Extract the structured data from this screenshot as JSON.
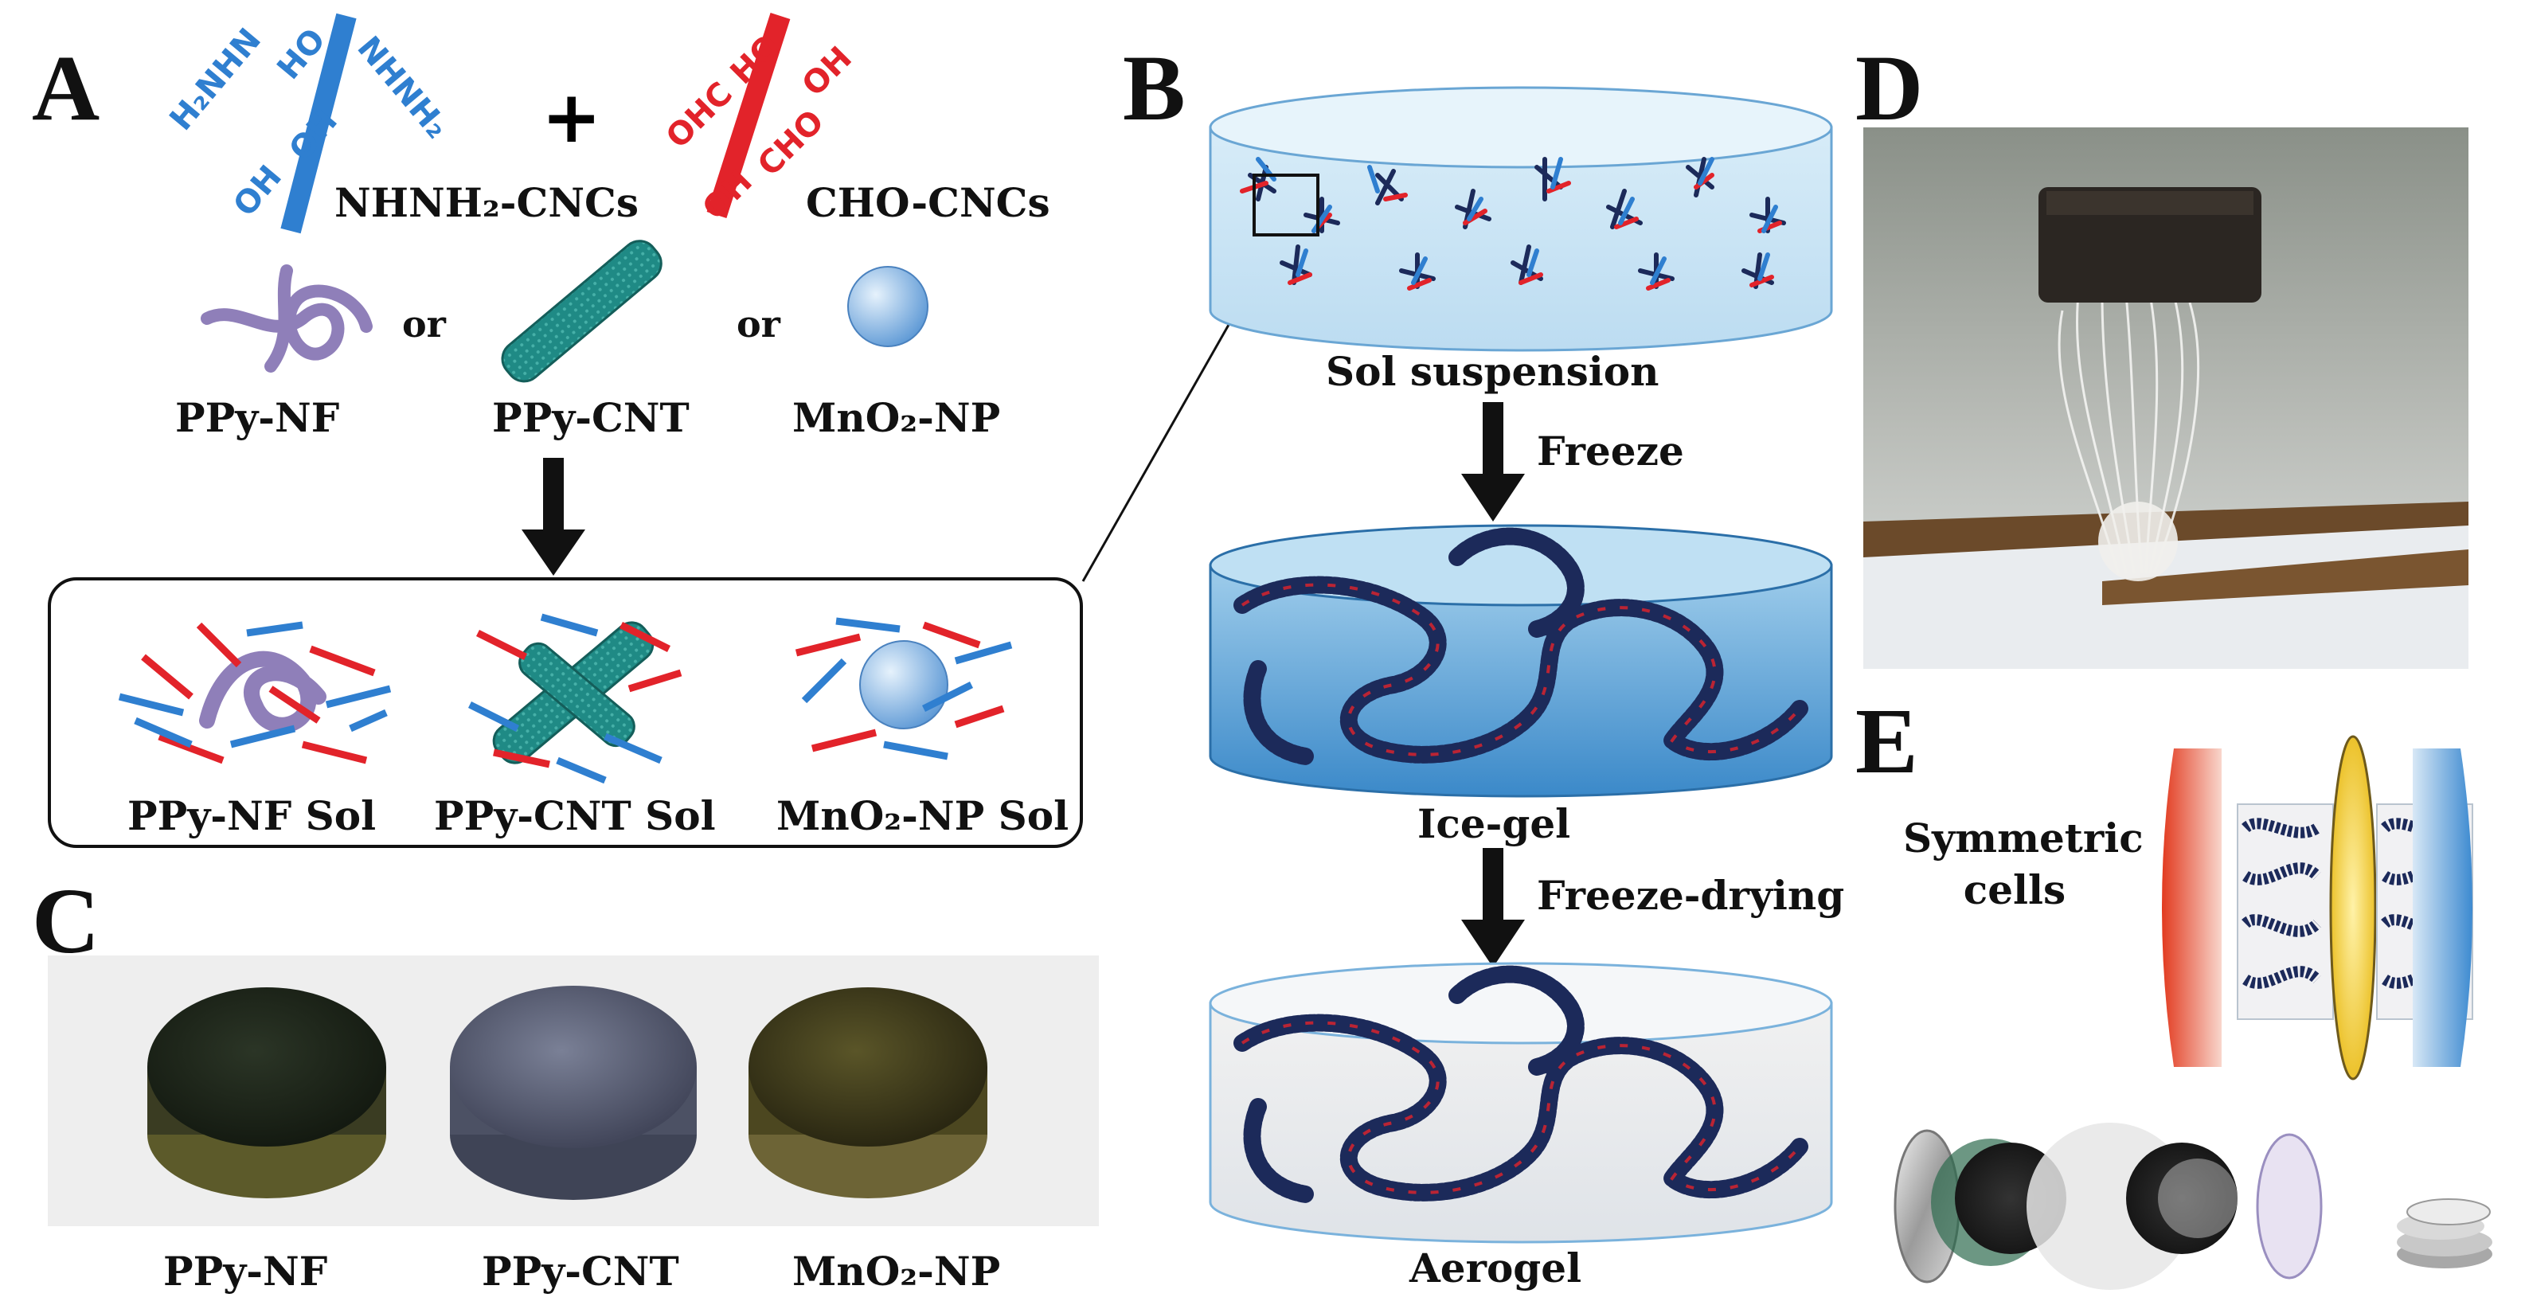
{
  "panels": {
    "A": "A",
    "B": "B",
    "C": "C",
    "D": "D",
    "E": "E"
  },
  "panelA": {
    "plus": "+",
    "hydrazide_groups": [
      "H₂NHN",
      "HO",
      "NHNH₂",
      "OH",
      "OH"
    ],
    "aldehyde_groups": [
      "HO",
      "OH",
      "OHC",
      "CHO",
      "OH"
    ],
    "cnc_labels": {
      "hydrazide": "NHNH₂-CNCs",
      "aldehyde": "CHO-CNCs"
    },
    "or_word": "or",
    "components": [
      "PPy-NF",
      "PPy-CNT",
      "MnO₂-NP"
    ],
    "sols": [
      "PPy-NF Sol",
      "PPy-CNT Sol",
      "MnO₂-NP Sol"
    ],
    "colors": {
      "hydrazide": "#2f7fd0",
      "aldehyde": "#e2232a",
      "ppy_nf": "#8f7fb9",
      "ppy_cnt": "#1f8a85",
      "mno2": "#8ab8e6"
    }
  },
  "panelB": {
    "stages": [
      "Sol suspension",
      "Ice-gel",
      "Aerogel"
    ],
    "steps": [
      "Freeze",
      "Freeze-drying"
    ]
  },
  "panelC": {
    "samples": [
      "PPy-NF",
      "PPy-CNT",
      "MnO₂-NP"
    ],
    "colors": [
      "#1c2318",
      "#5d6275",
      "#3e3a1e"
    ]
  },
  "panelE": {
    "label": "Symmetric cells"
  }
}
